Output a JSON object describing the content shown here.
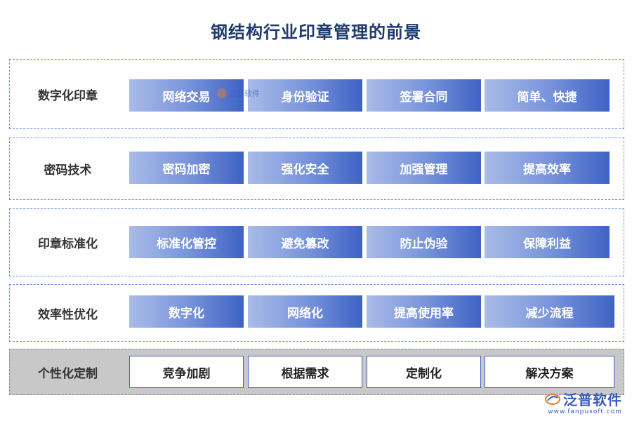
{
  "title": "钢结构行业印章管理的前景",
  "watermark": "泛普软件",
  "logo": {
    "name": "泛普软件",
    "url": "www.fanpusoft.com"
  },
  "rows": [
    {
      "label": "数字化印章",
      "items": [
        "网络交易",
        "身份验证",
        "签署合同",
        "简单、快捷"
      ]
    },
    {
      "label": "密码技术",
      "items": [
        "密码加密",
        "强化安全",
        "加强管理",
        "提高效率"
      ]
    },
    {
      "label": "印章标准化",
      "items": [
        "标准化管控",
        "避免篡改",
        "防止伪验",
        "保障利益"
      ]
    },
    {
      "label": "效率性优化",
      "items": [
        "数字化",
        "网络化",
        "提高使用率",
        "减少流程"
      ]
    },
    {
      "label": "个性化定制",
      "items": [
        "竞争加剧",
        "根据需求",
        "定制化",
        "解决方案"
      ]
    }
  ],
  "colors": {
    "title": "#1f3a6e",
    "accent": "#3f63c4",
    "border": "#6d8fd6",
    "highlight_bg": "#c8c8c8"
  }
}
